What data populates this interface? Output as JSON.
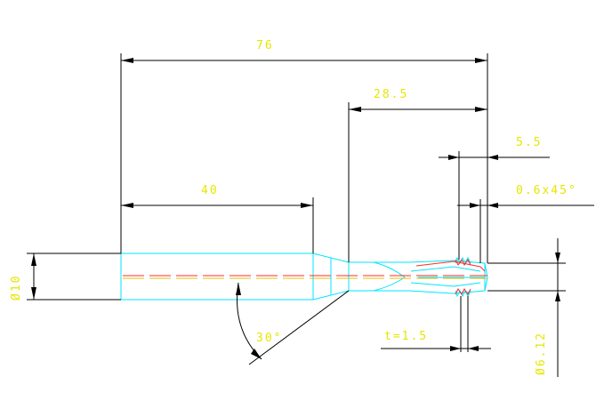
{
  "drawing": {
    "dimensions": {
      "overall_length": "76",
      "flute_section_length": "28.5",
      "shank_length": "40",
      "tip_length": "5.5",
      "chamfer": "0.6x45°",
      "shank_diameter": "Ø10",
      "tip_diameter": "Ø6.12",
      "thread_pitch": "t=1.5",
      "angle": "30°"
    },
    "colors": {
      "background": "#ffffff",
      "dimension_lines": "#000000",
      "dimension_text": "#e6e600",
      "part_outline": "#00e5ff",
      "center_line": "#ff2a2a"
    }
  }
}
